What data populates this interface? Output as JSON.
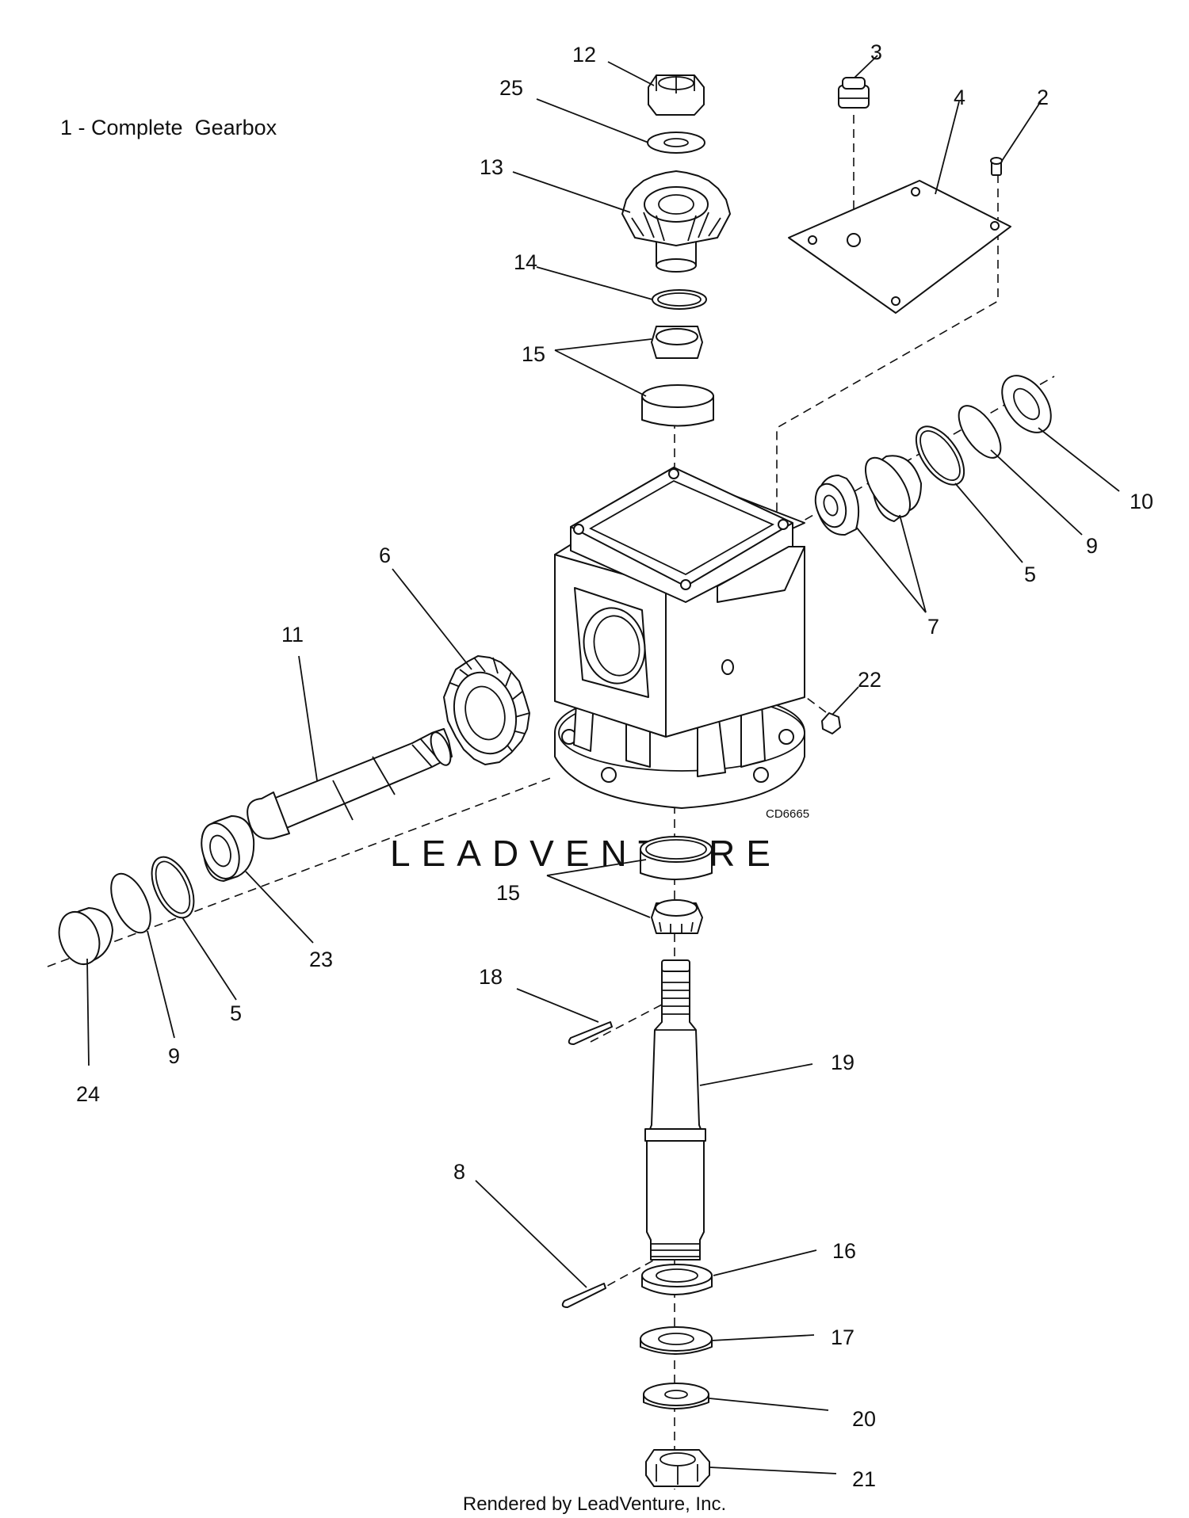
{
  "title": "1 - Complete  Gearbox",
  "drawing_code": "CD6665",
  "watermark": "LEADVENTURE",
  "footer": "Rendered by LeadVenture, Inc.",
  "callouts": [
    "12",
    "25",
    "13",
    "14",
    "15",
    "15",
    "3",
    "4",
    "2",
    "10",
    "9",
    "5",
    "7",
    "6",
    "11",
    "22",
    "23",
    "5",
    "9",
    "24",
    "18",
    "19",
    "8",
    "16",
    "17",
    "20",
    "21"
  ]
}
